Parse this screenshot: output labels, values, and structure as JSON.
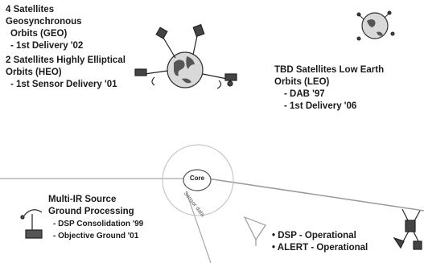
{
  "geo": {
    "line1": "4 Satellites",
    "line2": "Geosynchronous",
    "line3": "Orbits (GEO)",
    "line4": "- 1st Delivery '02"
  },
  "heo": {
    "line1": "2 Satellites Highly Elliptical",
    "line2": "Orbits (HEO)",
    "line3": "- 1st Sensor Delivery '01"
  },
  "leo": {
    "line1": "TBD Satellites Low Earth",
    "line2": "Orbits (LEO)",
    "line3": "- DAB '97",
    "line4": "- 1st Delivery '06"
  },
  "core": {
    "label": "Core"
  },
  "ground": {
    "line1": "Multi-IR Source",
    "line2": "Ground Processing",
    "line3": "- DSP Consolidation '99",
    "line4": "- Objective Ground '01"
  },
  "dsp": {
    "line1": "• DSP - Operational",
    "line2": "• ALERT - Operational"
  },
  "colors": {
    "ink": "#1a1a1a",
    "lines": "#9a9a9a",
    "globe": "#d9d9d9"
  }
}
